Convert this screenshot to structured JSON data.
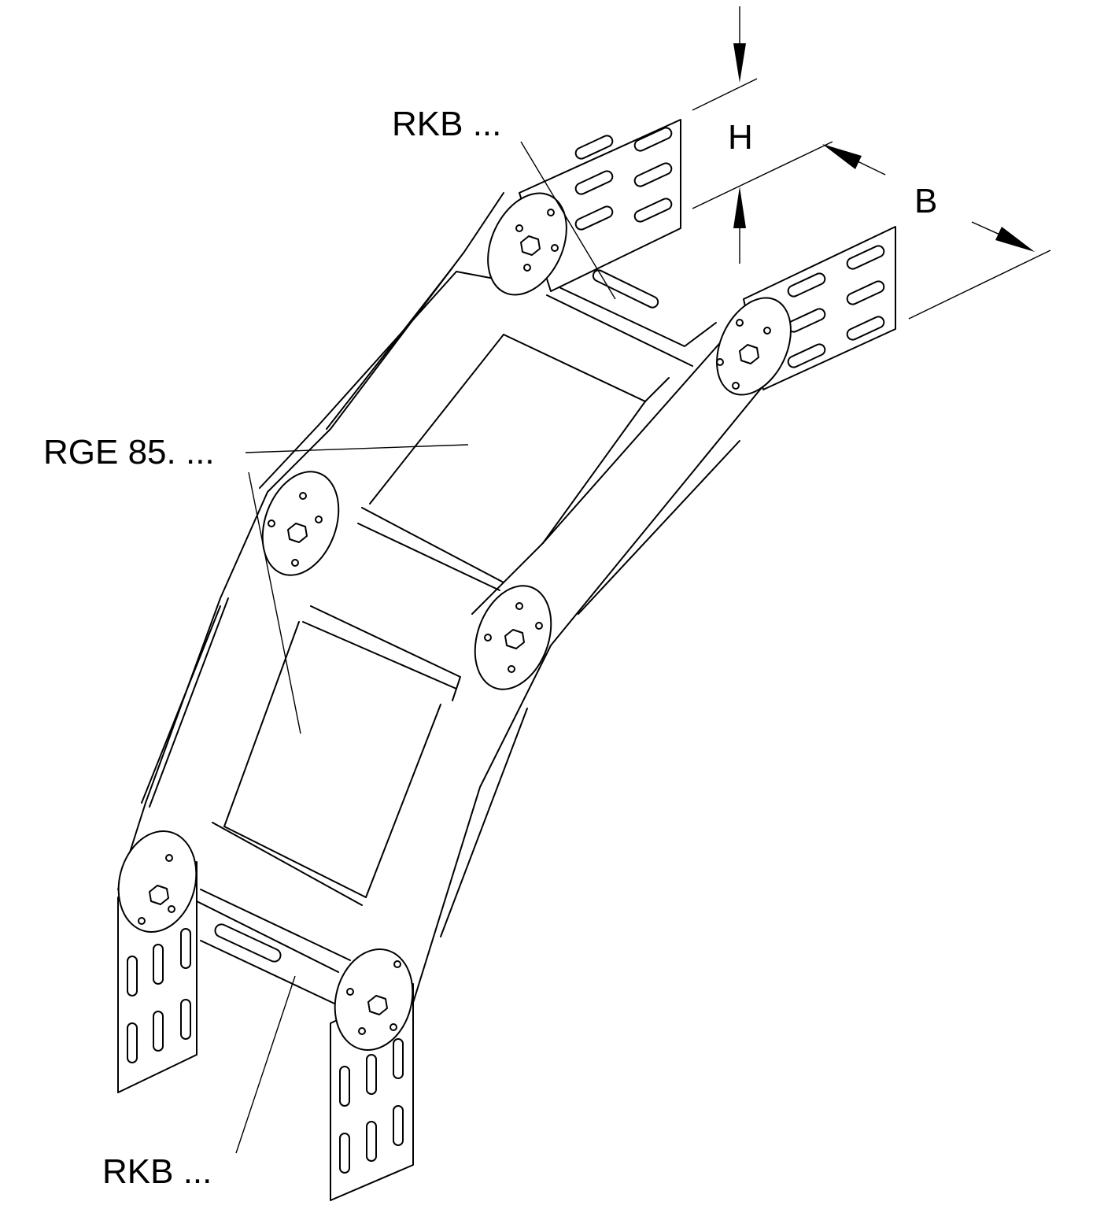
{
  "labels": {
    "top_connector": "RKB ...",
    "height_dim": "H",
    "width_dim": "B",
    "bend_element": "RGE 85. ...",
    "bottom_connector": "RKB ..."
  }
}
